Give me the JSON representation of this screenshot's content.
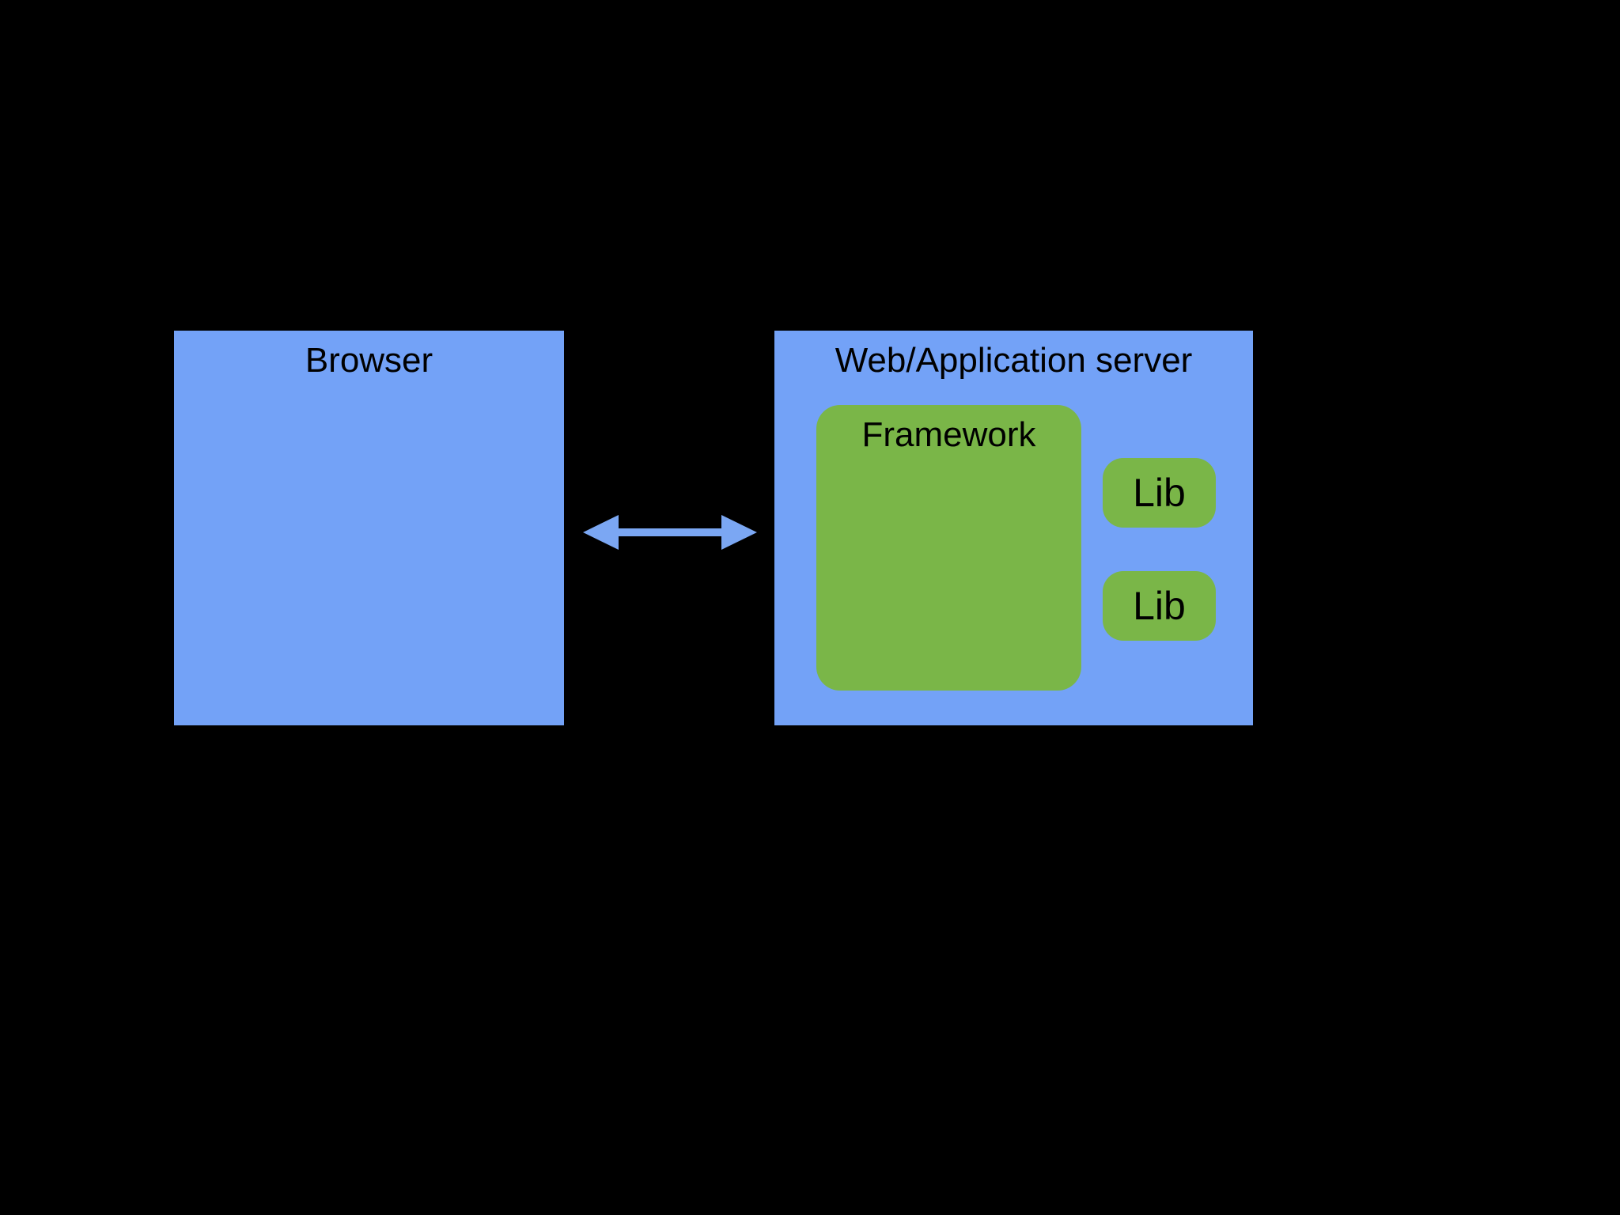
{
  "colors": {
    "bg": "#000000",
    "box_blue": "#73A2F7",
    "box_green": "#7AB648",
    "text_dark": "#000000",
    "arrow_blue": "#7BA7F3"
  },
  "diagram": {
    "browser_box": {
      "label": "Browser"
    },
    "server_box": {
      "label": "Web/Application server",
      "framework_box": {
        "label": "Framework"
      },
      "lib_boxes": [
        {
          "label": "Lib"
        },
        {
          "label": "Lib"
        }
      ]
    },
    "arrow": {
      "type": "double-headed",
      "direction": "horizontal"
    }
  }
}
